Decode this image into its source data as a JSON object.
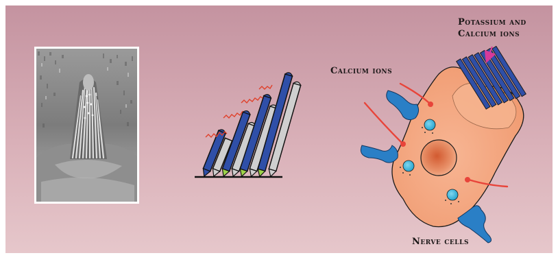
{
  "labels": {
    "potassium_line1": "Potassium and",
    "potassium_line2": "Calcium ions",
    "calcium": "Calcium ions",
    "nerve": "Nerve cells"
  },
  "colors": {
    "background_top": "#c99aa3",
    "background_bottom": "#e3c1c6",
    "stereocilia_blue": "#2f4fa8",
    "stereocilia_grey": "#c9c9c9",
    "tip_link_red": "#e0402a",
    "cell_fill": "#f4a07a",
    "nucleus": "#d9643c",
    "vesicle": "#3ab5d8",
    "arrow_red": "#e8443a",
    "arrow_pink": "#d63a9a"
  },
  "icons": [
    "micrograph-image",
    "stereocilia-bundle",
    "hair-cell",
    "nerve-cell-terminal"
  ]
}
